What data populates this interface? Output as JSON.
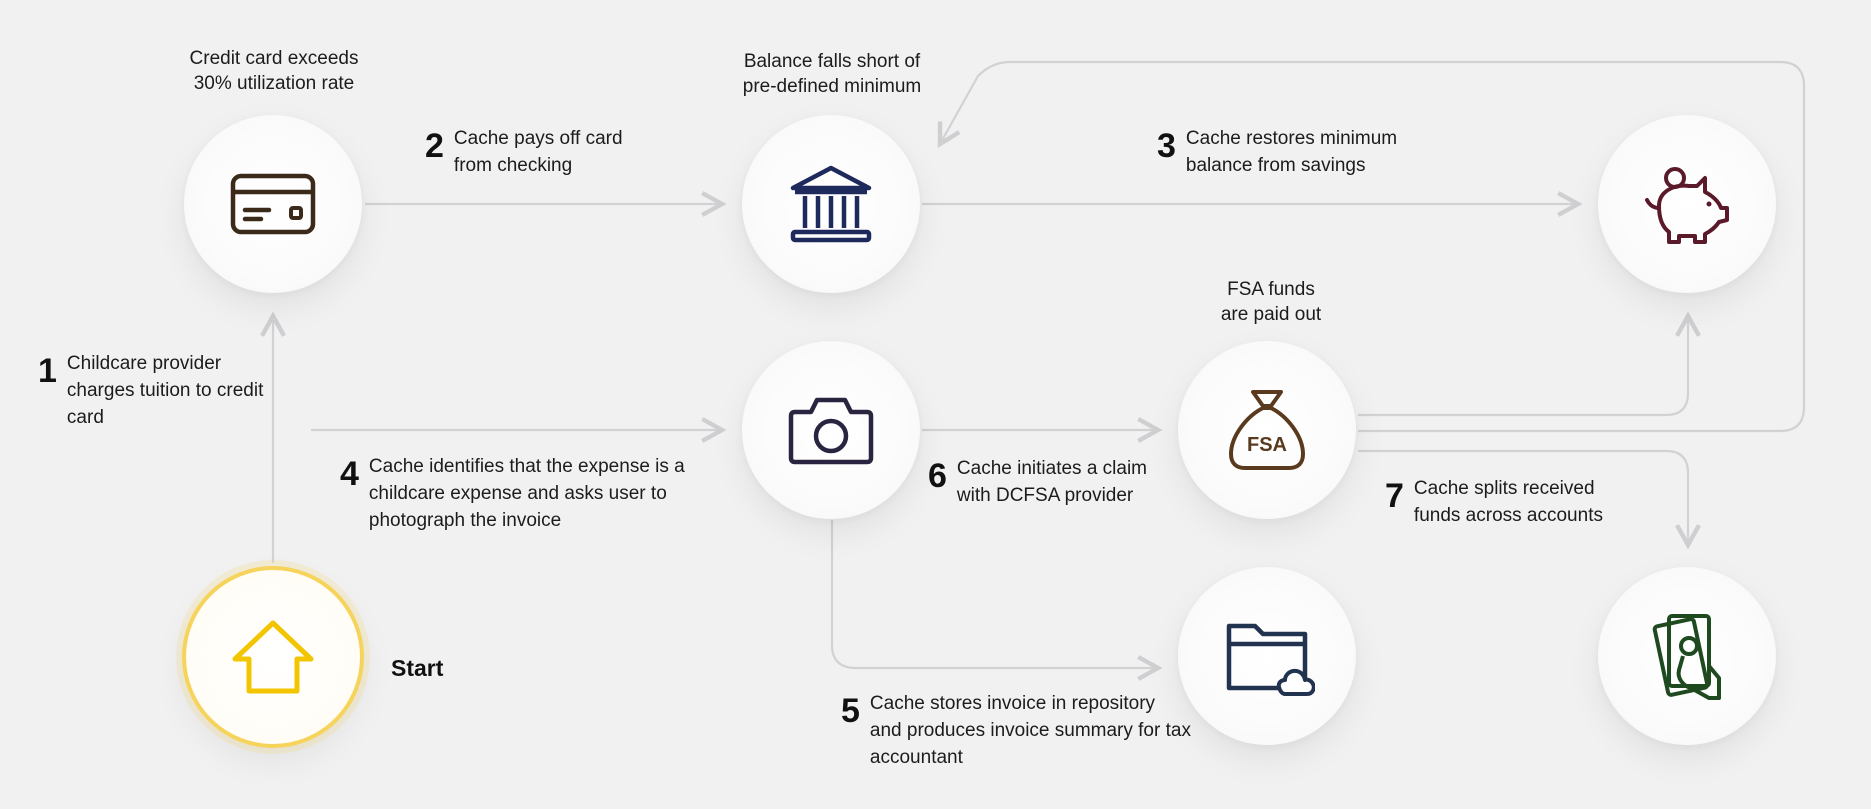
{
  "captions": {
    "credit_card": "Credit card exceeds\n30% utilization rate",
    "balance": "Balance falls short of\npre-defined minimum",
    "fsa": "FSA funds\nare paid out"
  },
  "steps": [
    {
      "num": "1",
      "text": "Childcare provider charges tuition to credit card"
    },
    {
      "num": "2",
      "text": "Cache pays off card from checking"
    },
    {
      "num": "3",
      "text": "Cache restores minimum balance from savings"
    },
    {
      "num": "4",
      "text": "Cache identifies that the expense is a childcare expense and asks user to photograph the invoice"
    },
    {
      "num": "5",
      "text": "Cache stores invoice in repository and produces invoice summary for tax accountant"
    },
    {
      "num": "6",
      "text": "Cache initiates a claim with DCFSA provider"
    },
    {
      "num": "7",
      "text": "Cache splits received funds across accounts"
    }
  ],
  "start_label": "Start",
  "fsa_bag_label": "FSA",
  "nodes": [
    {
      "name": "credit-card",
      "icon": "credit-card-icon",
      "color": "#3b2a1a"
    },
    {
      "name": "bank",
      "icon": "bank-icon",
      "color": "#1f2a5c"
    },
    {
      "name": "savings",
      "icon": "piggy-bank-icon",
      "color": "#5a1a2a"
    },
    {
      "name": "camera",
      "icon": "camera-icon",
      "color": "#2a2440"
    },
    {
      "name": "fsa",
      "icon": "money-bag-icon",
      "color": "#5a3a1e"
    },
    {
      "name": "home",
      "icon": "house-icon",
      "color": "#f2c500"
    },
    {
      "name": "folder",
      "icon": "cloud-folder-icon",
      "color": "#22334f"
    },
    {
      "name": "cash",
      "icon": "cash-hand-icon",
      "color": "#1f4a1f"
    }
  ],
  "colors": {
    "arrow": "#cfcfd2",
    "start_ring": "#f6d35a",
    "background": "#f1f1f2"
  }
}
